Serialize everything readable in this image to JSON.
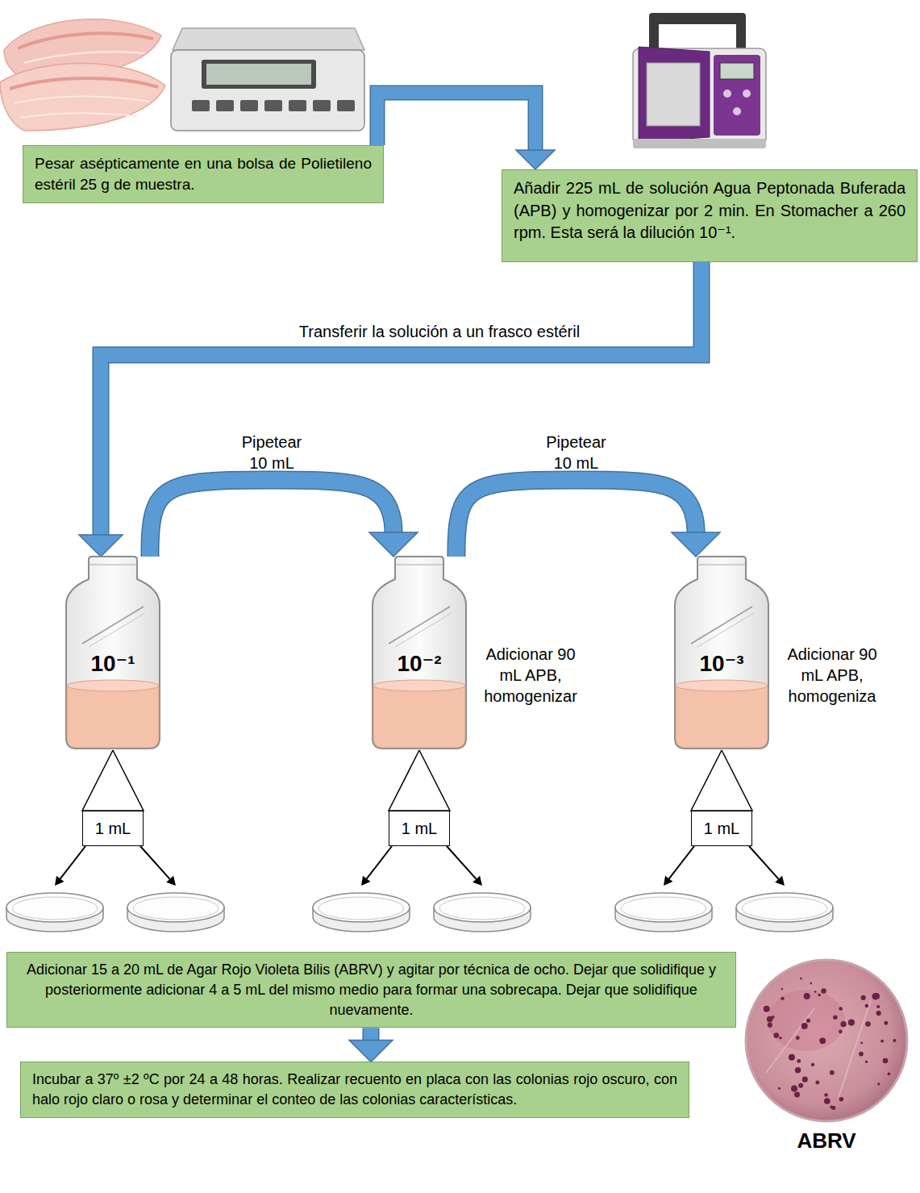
{
  "diagram": {
    "nodes": [
      {
        "text": [
          "Pesar asépticamente en una bolsa de Polietileno estéril 25 g de muestra."
        ]
      },
      {
        "text": [
          "Añadir 225 mL de solución Agua Peptonada Buferada (APB) y homogenizar por 2 min. En Stomacher a 260 rpm. Esta será la dilución 10⁻¹."
        ]
      },
      {
        "text": [
          "10⁻¹"
        ]
      },
      {
        "text": [
          "10⁻²"
        ]
      },
      {
        "text": [
          "10⁻³"
        ]
      },
      {
        "text": [
          "1 mL"
        ]
      },
      {
        "text": [
          "1 mL"
        ]
      },
      {
        "text": [
          "1 mL"
        ]
      },
      {
        "text": [
          "Adicionar 15 a 20 mL de Agar Rojo Violeta Bilis (ABRV) y agitar por técnica de ocho. Dejar que solidifique y posteriormente adicionar 4 a 5 mL del mismo medio para formar una sobrecapa. Dejar que solidifique nuevamente."
        ]
      },
      {
        "text": [
          "Incubar a 37º ±2 ºC por 24 a 48 horas. Realizar recuento en placa con las colonias rojo oscuro, con halo rojo claro o rosa y determinar el conteo de las colonias características."
        ]
      }
    ],
    "edges": [
      {
        "from": 0,
        "to": 1,
        "arrow": "to"
      },
      {
        "from": 1,
        "to": 2,
        "label": "Transferir la solución a un frasco estéril",
        "arrow": "to"
      },
      {
        "from": 2,
        "to": 3,
        "label": "Pipetear 10 mL",
        "arrow": "to"
      },
      {
        "from": 3,
        "to": 4,
        "label": "Pipetear 10 mL",
        "arrow": "to"
      },
      {
        "from": 2,
        "to": 5,
        "arrow": "none"
      },
      {
        "from": 3,
        "to": 6,
        "arrow": "none"
      },
      {
        "from": 4,
        "to": 7,
        "arrow": "none"
      },
      {
        "from": 8,
        "to": 9,
        "arrow": "to"
      }
    ],
    "labels": [
      "Adicionar 90 mL APB, homogenizar",
      "Adicionar 90 mL APB, homogeniza",
      "ABRV"
    ]
  }
}
